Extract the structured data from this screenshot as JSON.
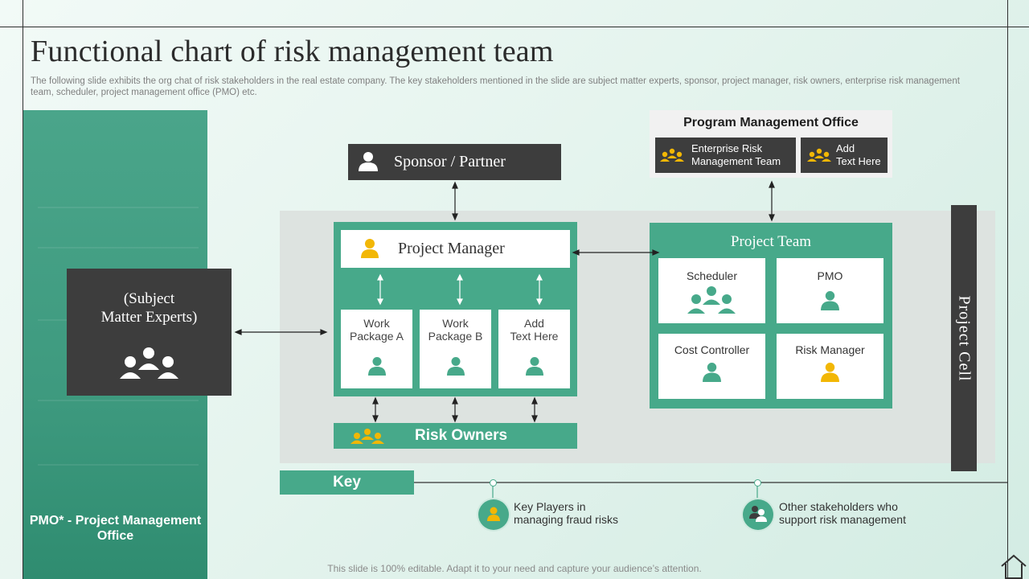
{
  "title": "Functional chart of risk management team",
  "subtitle": "The following slide exhibits the org chat of risk stakeholders in the real estate company. The key stakeholders mentioned in the slide are subject matter experts, sponsor, project manager, risk owners, enterprise risk management team, scheduler, project management office (PMO)  etc.",
  "left_note": "PMO* - Project Management Office",
  "sme": {
    "line1": "(Subject",
    "line2": "Matter Experts)"
  },
  "sponsor": "Sponsor / Partner",
  "program_office": {
    "title": "Program Management Office",
    "items": [
      {
        "line1": "Enterprise Risk",
        "line2": "Management Team"
      },
      {
        "line1": "Add",
        "line2": "Text Here"
      }
    ]
  },
  "project_manager": {
    "title": "Project Manager",
    "packages": [
      {
        "line1": "Work",
        "line2": "Package A"
      },
      {
        "line1": "Work",
        "line2": "Package B"
      },
      {
        "line1": "Add",
        "line2": "Text Here"
      }
    ]
  },
  "risk_owners": "Risk Owners",
  "project_team": {
    "title": "Project Team",
    "members": [
      "Scheduler",
      "PMO",
      "Cost Controller",
      "Risk Manager"
    ]
  },
  "project_cell": "Project Cell",
  "key": {
    "label": "Key",
    "items": [
      {
        "line1": "Key Players in",
        "line2": "managing fraud risks"
      },
      {
        "line1": "Other stakeholders who",
        "line2": "support risk management"
      }
    ]
  },
  "footer": "This slide is 100% editable. Adapt it to your need and capture your audience’s attention.",
  "colors": {
    "green": "#47a98a",
    "dark": "#3d3d3d",
    "yellow": "#f2b705",
    "light_grey": "#dde3e0"
  }
}
